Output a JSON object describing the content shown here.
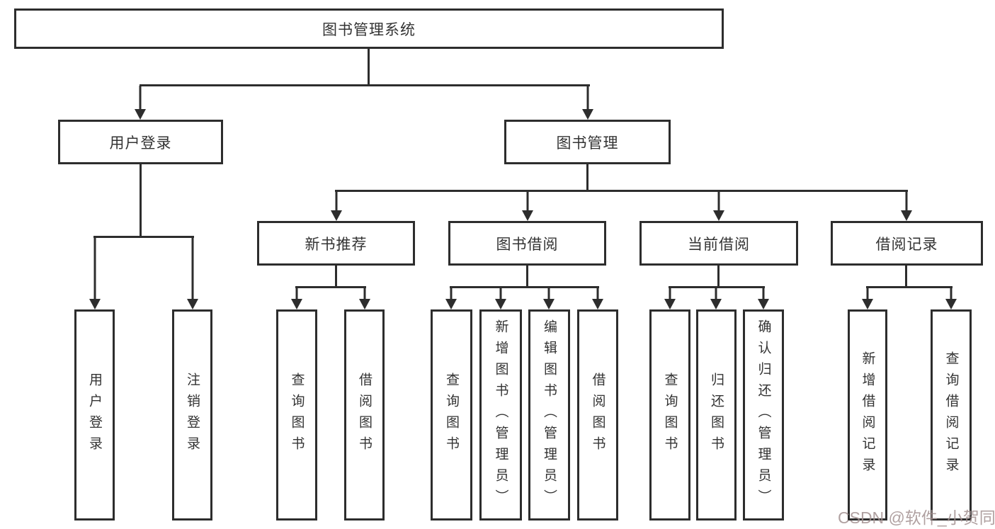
{
  "title": {
    "label": "图书管理系统"
  },
  "level2": {
    "user_login": {
      "label": "用户登录"
    },
    "book_management": {
      "label": "图书管理"
    }
  },
  "level3": {
    "new_book_recommend": {
      "label": "新书推荐"
    },
    "book_borrow": {
      "label": "图书借阅"
    },
    "current_borrow": {
      "label": "当前借阅"
    },
    "borrow_records": {
      "label": "借阅记录"
    }
  },
  "leaves": {
    "user_login": {
      "label": "用户登录"
    },
    "logout_login": {
      "label": "注销登录"
    },
    "recommend_query_books": {
      "label": "查询图书"
    },
    "recommend_borrow_books": {
      "label": "借阅图书"
    },
    "borrow_query_books": {
      "label": "查询图书"
    },
    "borrow_add_books_admin": {
      "label": "新增图书（管理员）"
    },
    "borrow_edit_books_admin": {
      "label": "编辑图书（管理员）"
    },
    "borrow_borrow_books": {
      "label": "借阅图书"
    },
    "current_query_books": {
      "label": "查询图书"
    },
    "current_return_books": {
      "label": "归还图书"
    },
    "current_confirm_return_admin": {
      "label": "确认归还（管理员）"
    },
    "records_add_borrow_record": {
      "label": "新增借阅记录"
    },
    "records_query_borrow_record": {
      "label": "查询借阅记录"
    }
  },
  "watermark": {
    "label": "CSDN @软件_小贺同学"
  },
  "colors": {
    "line": "#2d2d2d",
    "text": "#333333",
    "background": "#ffffff",
    "watermark": "#a39191"
  }
}
